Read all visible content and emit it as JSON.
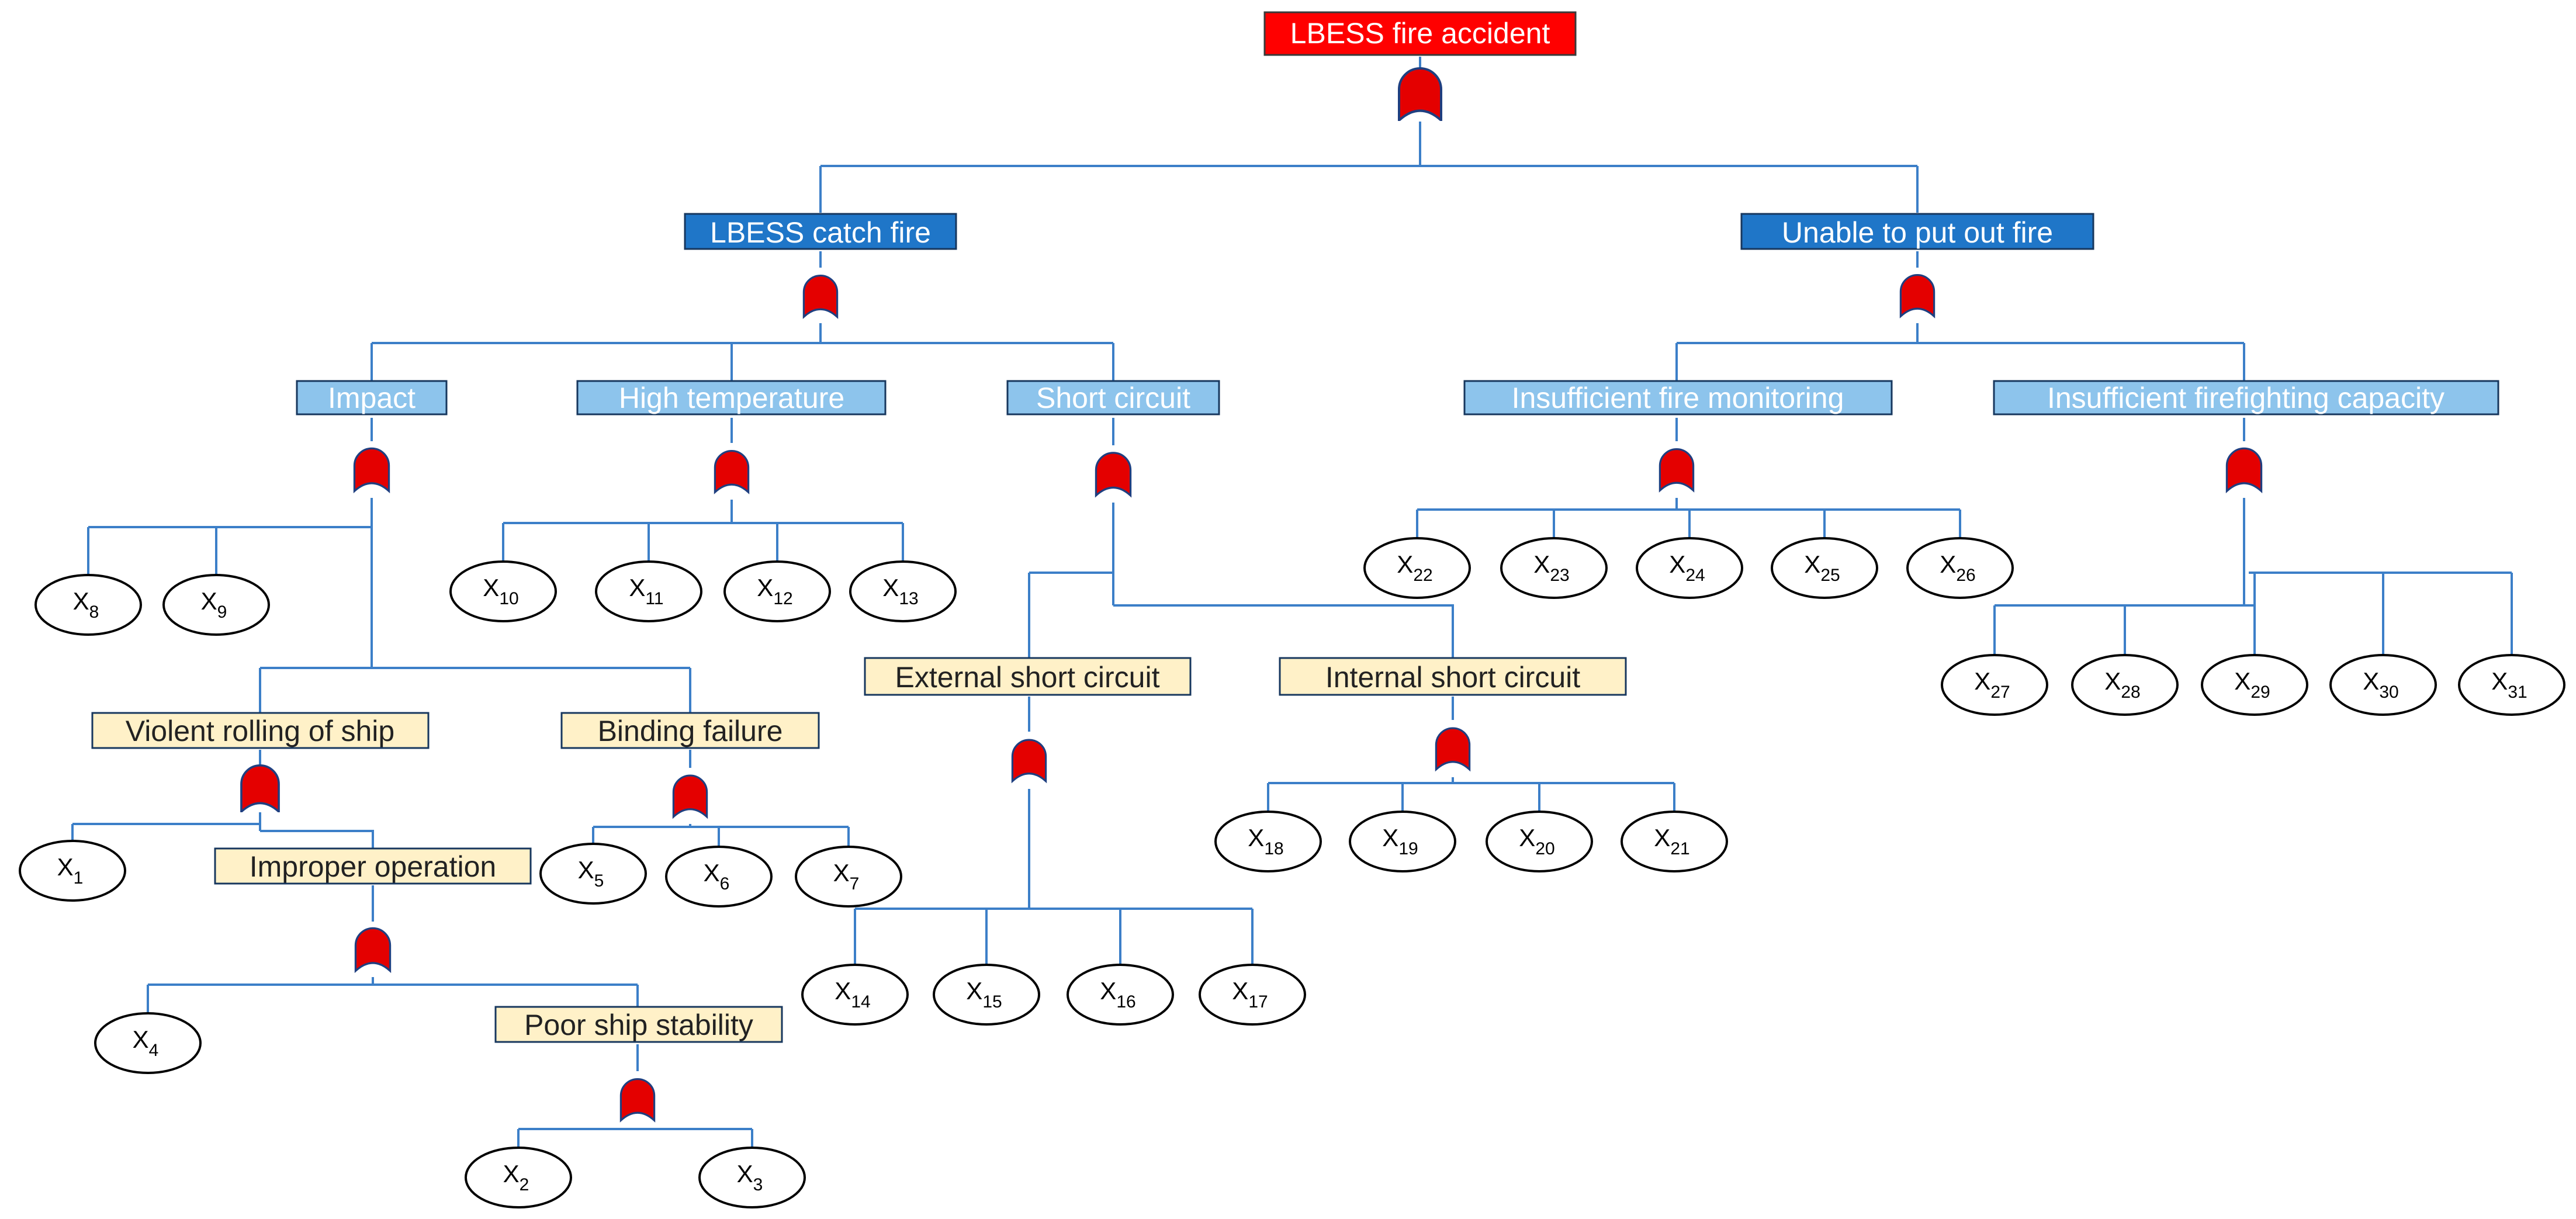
{
  "title": "LBESS fire accident",
  "colors": {
    "top": "#FF0000",
    "level1": "#1F76C8",
    "level2": "#8DC4EC",
    "level3": "#FFF1C8",
    "line": "#3C7FC8",
    "gate": "#E40000",
    "gate_outline": "#1F3F80"
  },
  "events": {
    "top": "LBESS fire accident",
    "catch_fire": "LBESS catch fire",
    "unable": "Unable to put out fire",
    "impact": "Impact",
    "high_temp": "High temperature",
    "short_circuit": "Short circuit",
    "fire_monitoring": "Insufficient fire monitoring",
    "firefighting": "Insufficient firefighting capacity",
    "violent_rolling": "Violent rolling of ship",
    "binding_failure": "Binding failure",
    "improper_operation": "Improper operation",
    "poor_stability": "Poor ship stability",
    "external_sc": "External short circuit",
    "internal_sc": "Internal short circuit"
  },
  "basic_event_prefix": "X",
  "basic_events": [
    "1",
    "2",
    "3",
    "4",
    "5",
    "6",
    "7",
    "8",
    "9",
    "10",
    "11",
    "12",
    "13",
    "14",
    "15",
    "16",
    "17",
    "18",
    "19",
    "20",
    "21",
    "22",
    "23",
    "24",
    "25",
    "26",
    "27",
    "28",
    "29",
    "30",
    "31"
  ]
}
